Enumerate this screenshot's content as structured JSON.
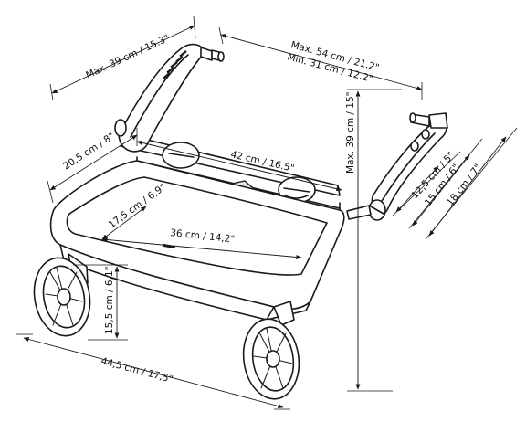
{
  "dimensions": {
    "handle_height": "Max. 39 cm / 15.3\"",
    "width_max": "Max. 54 cm / 21.2\"",
    "width_min": "Min. 31 cm / 12.2\"",
    "arm_height": "Max. 39 cm / 15\"",
    "front_depth": "20,5 cm / 8\"",
    "axle_width": "42 cm / 16.5\"",
    "arm_short": "12,5 cm / 5\"",
    "arm_mid": "15 cm / 6\"",
    "arm_long": "18 cm / 7\"",
    "platform_depth": "17,5 cm / 6,9\"",
    "platform_width": "36 cm / 14,2\"",
    "ground_clearance": "15,5 cm / 6,1\"",
    "overall_width": "44,5 cm / 17,5\""
  },
  "colors": {
    "line": "#1a1a1a",
    "background": "#ffffff"
  }
}
